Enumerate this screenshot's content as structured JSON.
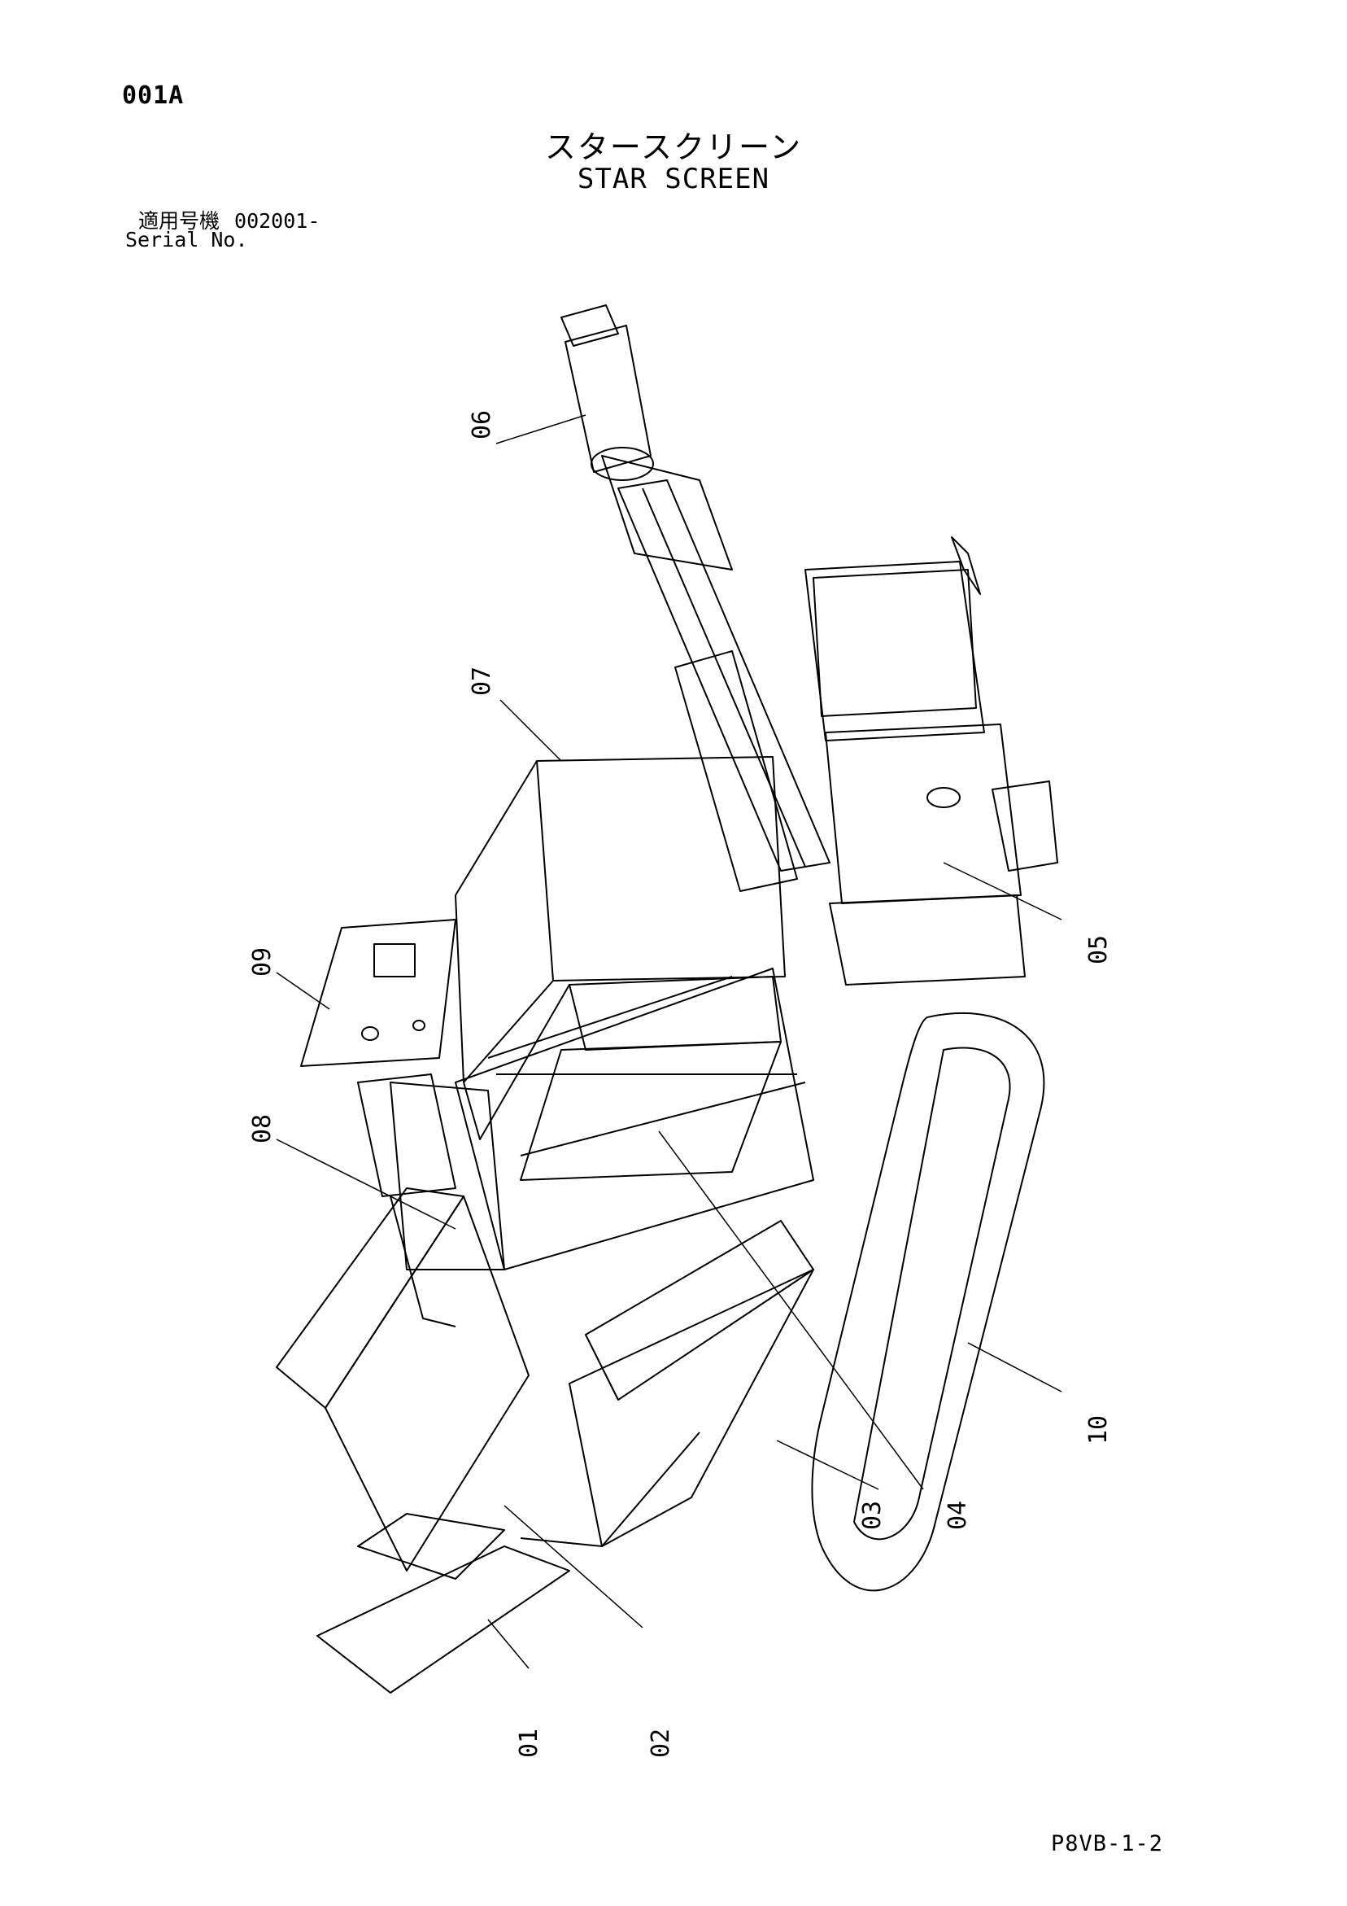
{
  "header": {
    "page_code": "001A",
    "title_ja": "スタースクリーン",
    "title_en": "STAR SCREEN",
    "serial_label_ja": "適用号機",
    "serial_value": "002001-",
    "serial_label_en": "Serial No."
  },
  "callouts": [
    "01",
    "02",
    "03",
    "04",
    "05",
    "06",
    "07",
    "08",
    "09",
    "10"
  ],
  "footer": {
    "page_code": "P8VB-1-2"
  }
}
